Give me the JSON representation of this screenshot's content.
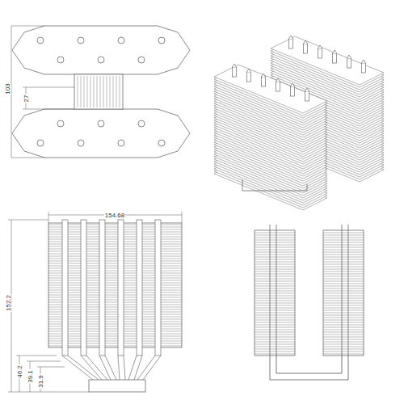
{
  "diagram": {
    "labels": [
      "103",
      "27",
      "154.68",
      "152.2",
      "46.2",
      "39.1",
      "31.9"
    ]
  }
}
